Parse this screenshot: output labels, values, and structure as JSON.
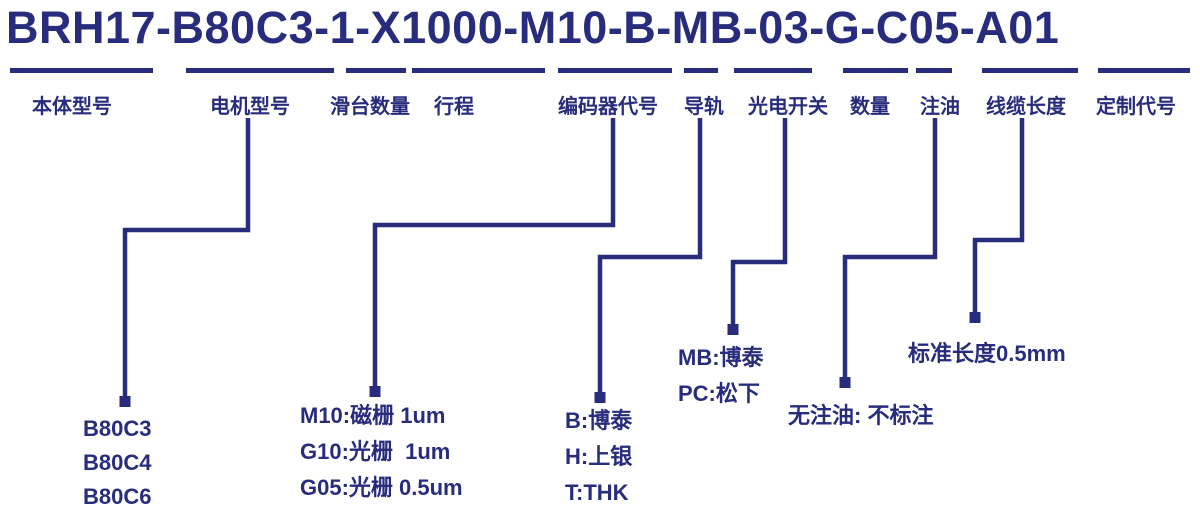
{
  "title": "BRH17-B80C3-1-X1000-M10-B-MB-03-G-C05-A01",
  "labels": {
    "body_model": "本体型号",
    "motor_model": "电机型号",
    "slider_count": "滑台数量",
    "stroke": "行程",
    "encoder_code": "编码器代号",
    "guide_rail": "导轨",
    "photo_switch": "光电开关",
    "quantity": "数量",
    "oil": "注油",
    "cable_length": "线缆长度",
    "custom_code": "定制代号"
  },
  "options": {
    "motor_model": [
      "B80C3",
      "B80C4",
      "B80C6"
    ],
    "encoder_code": [
      "M10:磁栅 1um",
      "G10:光栅  1um",
      "G05:光栅 0.5um"
    ],
    "guide_rail": [
      "B:博泰",
      "H:上银",
      "T:THK"
    ],
    "photo_switch": [
      "MB:博泰",
      "PC:松下"
    ],
    "oil": [
      "无注油: 不标注"
    ],
    "cable_length": [
      "标准长度0.5mm"
    ]
  },
  "colors": {
    "primary": "#272c7d",
    "background": "#ffffff"
  }
}
